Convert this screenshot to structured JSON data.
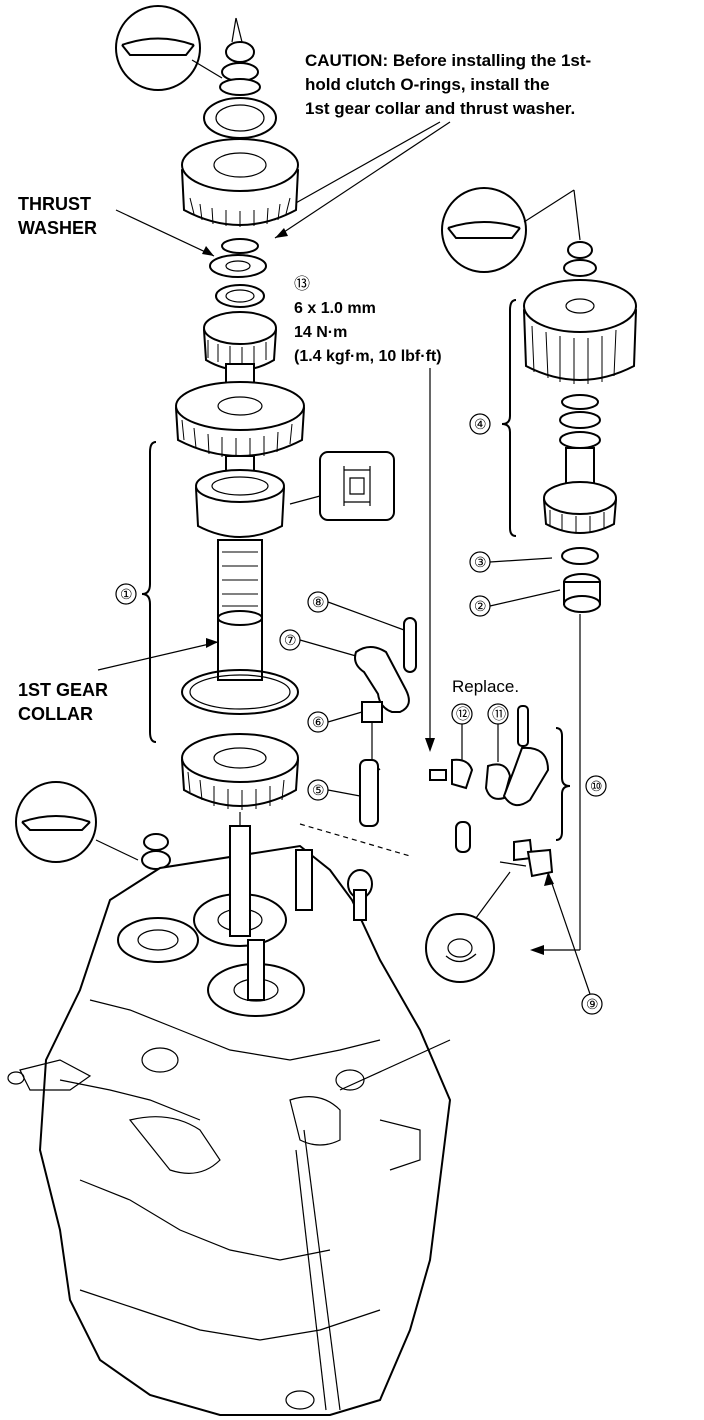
{
  "caution": {
    "line1": "CAUTION: Before installing the 1st-",
    "line2": "hold clutch O-rings, install the",
    "line3": "1st gear collar and thrust washer."
  },
  "labels": {
    "thrust_washer_1": "THRUST",
    "thrust_washer_2": "WASHER",
    "first_gear_collar_1": "1ST GEAR",
    "first_gear_collar_2": "COLLAR",
    "replace": "Replace."
  },
  "spec": {
    "ref": "⑬",
    "size": "6 x 1.0 mm",
    "torque": "14 N·m",
    "torque_alt": "(1.4 kgf·m, 10 lbf·ft)"
  },
  "callouts": [
    "①",
    "②",
    "③",
    "④",
    "⑤",
    "⑥",
    "⑦",
    "⑧",
    "⑨",
    "⑩",
    "⑪",
    "⑫"
  ]
}
